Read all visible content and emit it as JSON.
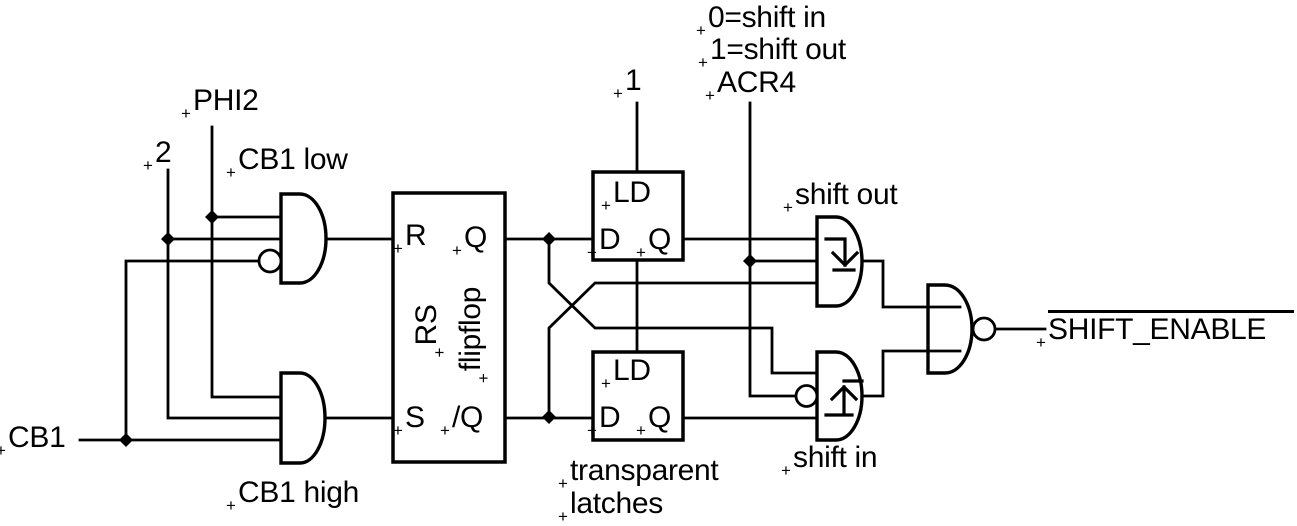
{
  "marker": "+",
  "labels": {
    "note_0": "0=shift in",
    "note_1": "1=shift out",
    "acr4": "ACR4",
    "const_1": "1",
    "phi2": "PHI2",
    "const_2": "2",
    "cb1_low": "CB1 low",
    "cb1": "CB1",
    "cb1_high": "CB1 high",
    "transparent": "transparent",
    "latches": "latches",
    "shift_out": "shift out",
    "shift_in": "shift in",
    "shift_enable": "SHIFT_ENABLE"
  },
  "flipflop": {
    "port_r": "R",
    "port_s": "S",
    "port_q": "Q",
    "port_qn": "/Q",
    "type_line1": "RS",
    "type_line2": "flipflop"
  },
  "latch_top": {
    "ld": "LD",
    "d": "D",
    "q": "Q"
  },
  "latch_bottom": {
    "ld": "LD",
    "d": "D",
    "q": "Q"
  },
  "icons": {
    "and_gate": "and-gate",
    "nand_gate": "nand-gate",
    "inversion_bubble": "inversion-bubble-icon",
    "falling_edge": "falling-edge-icon",
    "rising_edge": "rising-edge-icon",
    "junction_dot": "junction-dot-icon"
  },
  "components": [
    {
      "id": "and-gate-cb1-low",
      "type": "3-input AND, bottom input inverted"
    },
    {
      "id": "and-gate-cb1-high",
      "type": "3-input AND"
    },
    {
      "id": "rs-flipflop-box",
      "type": "box with ports R, S, Q, /Q"
    },
    {
      "id": "latch-top-box",
      "type": "box with ports LD, D, Q"
    },
    {
      "id": "latch-bottom-box",
      "type": "box with ports LD, D, Q"
    },
    {
      "id": "and-gate-shift-out",
      "type": "3-input AND with falling-edge symbol"
    },
    {
      "id": "and-gate-shift-in",
      "type": "3-input AND, middle input inverted, rising-edge symbol"
    },
    {
      "id": "nand-gate-output",
      "type": "2-input NAND driving SHIFT_ENABLE"
    }
  ],
  "colors": {
    "stroke": "#000000",
    "background": "#ffffff"
  }
}
